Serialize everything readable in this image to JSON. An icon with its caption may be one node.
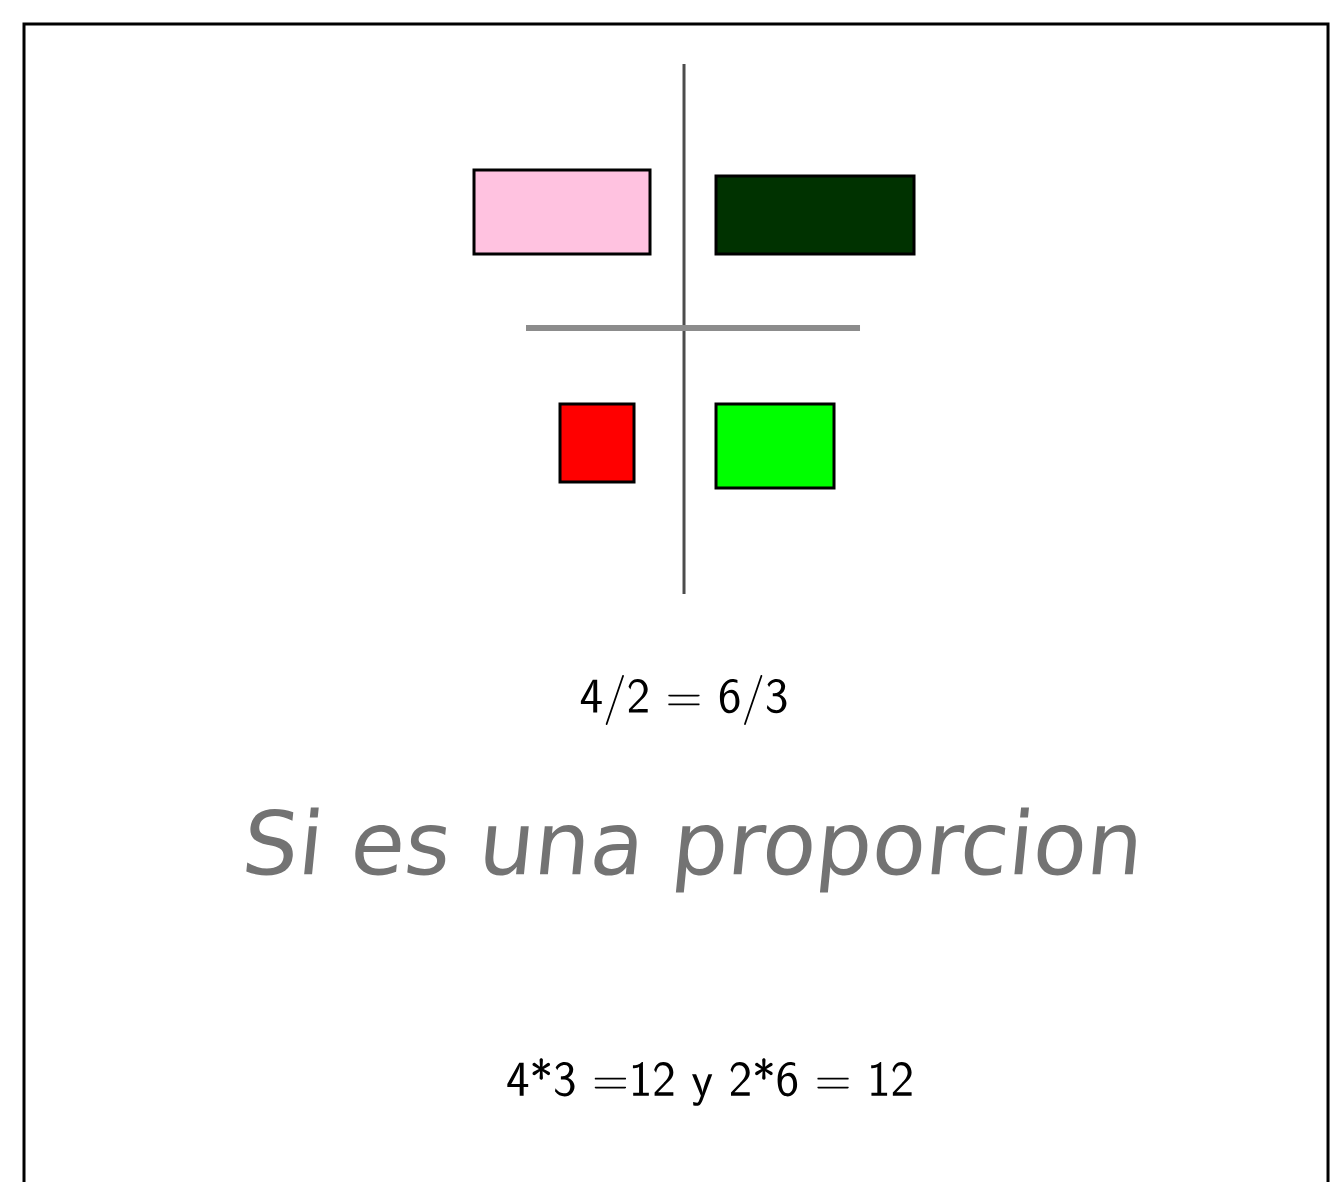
{
  "diagram": {
    "labels": [
      "4/2 = 6/3",
      "Si es una proporcion",
      "4*3 =12 y 2*6 = 12"
    ]
  }
}
